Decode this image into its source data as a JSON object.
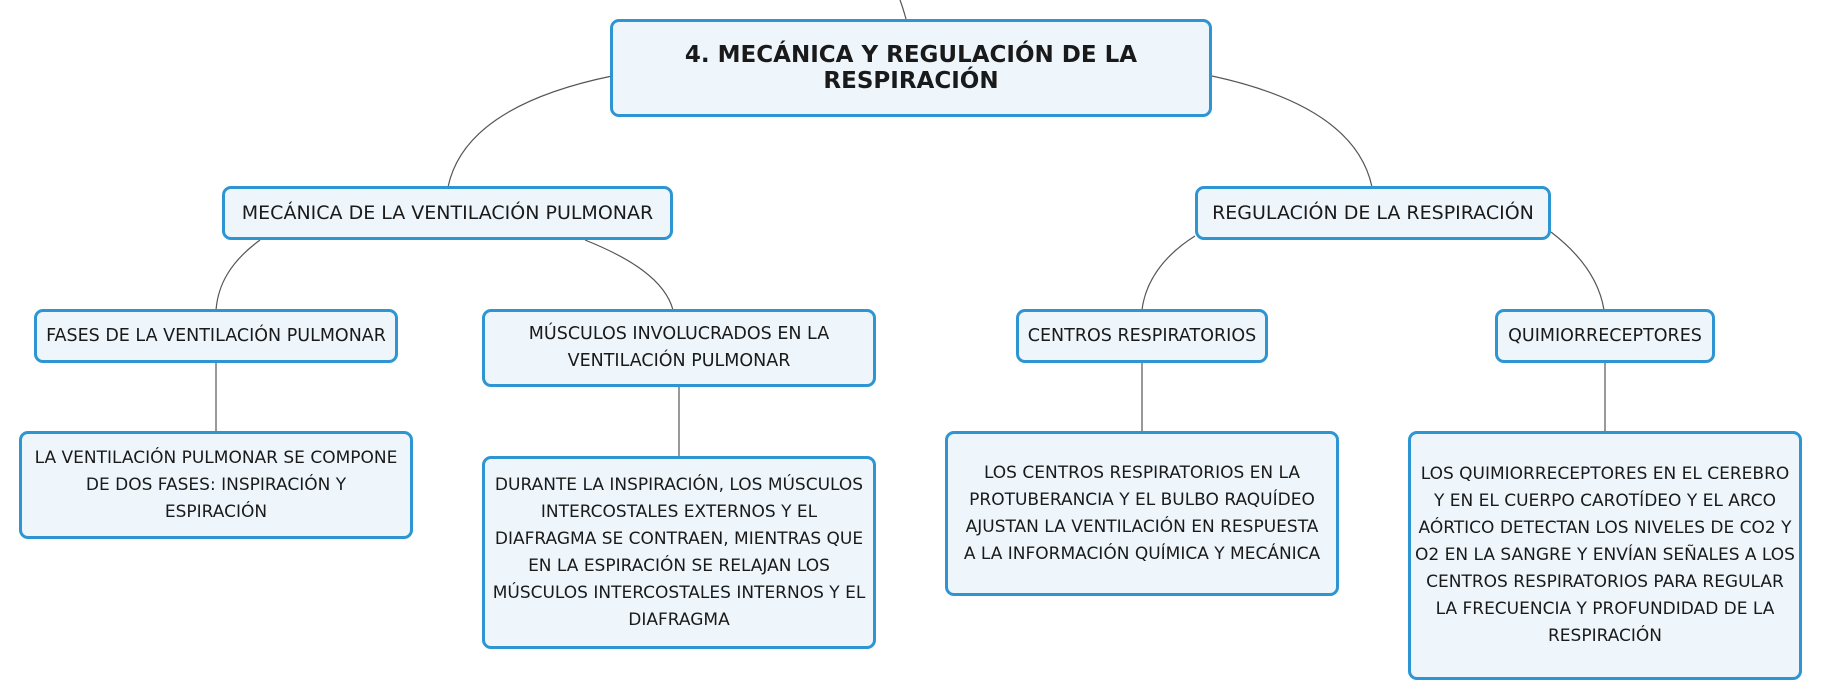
{
  "map": {
    "root": "4. MECÁNICA Y REGULACIÓN DE LA RESPIRACIÓN",
    "left_branch": {
      "title": "MECÁNICA DE LA VENTILACIÓN PULMONAR",
      "child_a": {
        "title": "FASES DE LA VENTILACIÓN PULMONAR",
        "detail": "LA VENTILACIÓN PULMONAR SE COMPONE DE DOS FASES: INSPIRACIÓN Y ESPIRACIÓN"
      },
      "child_b": {
        "title": "MÚSCULOS INVOLUCRADOS EN LA VENTILACIÓN PULMONAR",
        "detail": "DURANTE LA INSPIRACIÓN, LOS MÚSCULOS INTERCOSTALES EXTERNOS Y EL DIAFRAGMA SE CONTRAEN, MIENTRAS QUE EN LA ESPIRACIÓN SE RELAJAN LOS MÚSCULOS INTERCOSTALES INTERNOS Y EL DIAFRAGMA"
      }
    },
    "right_branch": {
      "title": "REGULACIÓN DE LA RESPIRACIÓN",
      "child_a": {
        "title": "CENTROS RESPIRATORIOS",
        "detail": "LOS CENTROS RESPIRATORIOS EN LA PROTUBERANCIA Y EL BULBO RAQUÍDEO AJUSTAN LA VENTILACIÓN EN RESPUESTA A LA INFORMACIÓN QUÍMICA Y MECÁNICA"
      },
      "child_b": {
        "title": "QUIMIORRECEPTORES",
        "detail": "LOS QUIMIORRECEPTORES EN EL CEREBRO Y EN EL CUERPO CAROTÍDEO Y EL ARCO AÓRTICO DETECTAN LOS NIVELES DE CO2 Y O2 EN LA SANGRE Y ENVÍAN SEÑALES A LOS CENTROS RESPIRATORIOS PARA REGULAR LA FRECUENCIA Y PROFUNDIDAD DE LA RESPIRACIÓN"
      }
    }
  }
}
